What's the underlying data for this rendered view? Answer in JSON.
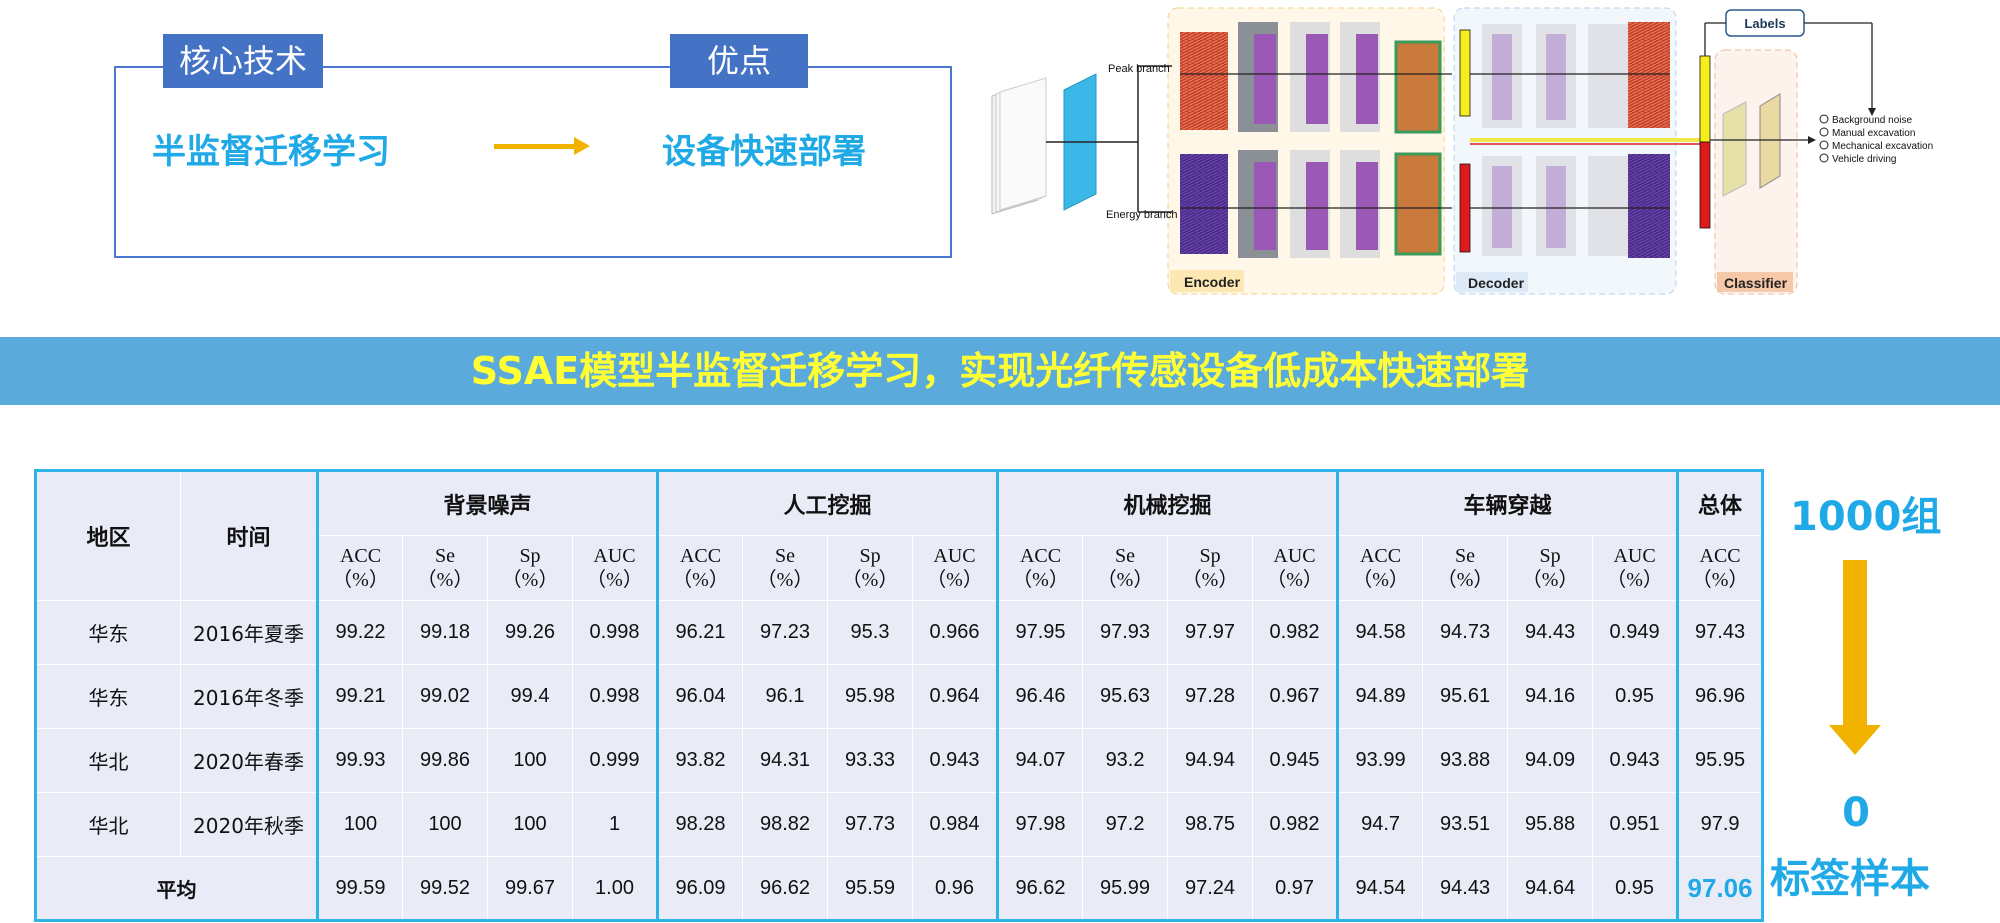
{
  "flow": {
    "core_tag": "核心技术",
    "adv_tag": "优点",
    "core_text": "半监督迁移学习",
    "adv_text": "设备快速部署"
  },
  "diagram": {
    "peak_branch": "Peak branch",
    "energy_branch": "Energy branch",
    "labels": "Labels",
    "encoder": "Encoder",
    "decoder": "Decoder",
    "classifier": "Classifier",
    "classes": [
      "Background noise",
      "Manual excavation",
      "Mechanical excavation",
      "Vehicle driving"
    ]
  },
  "banner": {
    "text": "SSAE模型半监督迁移学习，实现光纤传感设备低成本快速部署"
  },
  "table": {
    "col_region": "地区",
    "col_time": "时间",
    "groups": [
      "背景噪声",
      "人工挖掘",
      "机械挖掘",
      "车辆穿越",
      "总体"
    ],
    "metric_names": [
      "ACC",
      "Se",
      "Sp",
      "AUC",
      "ACC",
      "Se",
      "Sp",
      "AUC",
      "ACC",
      "Se",
      "Sp",
      "AUC",
      "ACC",
      "Se",
      "Sp",
      "AUC",
      "ACC"
    ],
    "unit": "（%）",
    "rows": [
      {
        "region": "华东",
        "time": "2016年夏季",
        "values": [
          "99.22",
          "99.18",
          "99.26",
          "0.998",
          "96.21",
          "97.23",
          "95.3",
          "0.966",
          "97.95",
          "97.93",
          "97.97",
          "0.982",
          "94.58",
          "94.73",
          "94.43",
          "0.949",
          "97.43"
        ]
      },
      {
        "region": "华东",
        "time": "2016年冬季",
        "values": [
          "99.21",
          "99.02",
          "99.4",
          "0.998",
          "96.04",
          "96.1",
          "95.98",
          "0.964",
          "96.46",
          "95.63",
          "97.28",
          "0.967",
          "94.89",
          "95.61",
          "94.16",
          "0.95",
          "96.96"
        ]
      },
      {
        "region": "华北",
        "time": "2020年春季",
        "values": [
          "99.93",
          "99.86",
          "100",
          "0.999",
          "93.82",
          "94.31",
          "93.33",
          "0.943",
          "94.07",
          "93.2",
          "94.94",
          "0.945",
          "93.99",
          "93.88",
          "94.09",
          "0.943",
          "95.95"
        ]
      },
      {
        "region": "华北",
        "time": "2020年秋季",
        "values": [
          "100",
          "100",
          "100",
          "1",
          "98.28",
          "98.82",
          "97.73",
          "0.984",
          "97.98",
          "97.2",
          "98.75",
          "0.982",
          "94.7",
          "93.51",
          "95.88",
          "0.951",
          "97.9"
        ]
      }
    ],
    "avg_label": "平均",
    "avg_values": [
      "99.59",
      "99.52",
      "99.67",
      "1.00",
      "96.09",
      "96.62",
      "95.59",
      "0.96",
      "96.62",
      "95.99",
      "97.24",
      "0.97",
      "94.54",
      "94.43",
      "94.64",
      "0.95",
      "97.06"
    ]
  },
  "side": {
    "top": "1000组",
    "zero": "0",
    "label": "标签样本"
  },
  "colors": {
    "accent_blue": "#1fa9e6",
    "tag_blue": "#4472c4",
    "arrow_yellow": "#f2b300",
    "banner_bg": "#5aabdb",
    "banner_text": "#ffff33",
    "table_bg": "#e9ecf7"
  }
}
